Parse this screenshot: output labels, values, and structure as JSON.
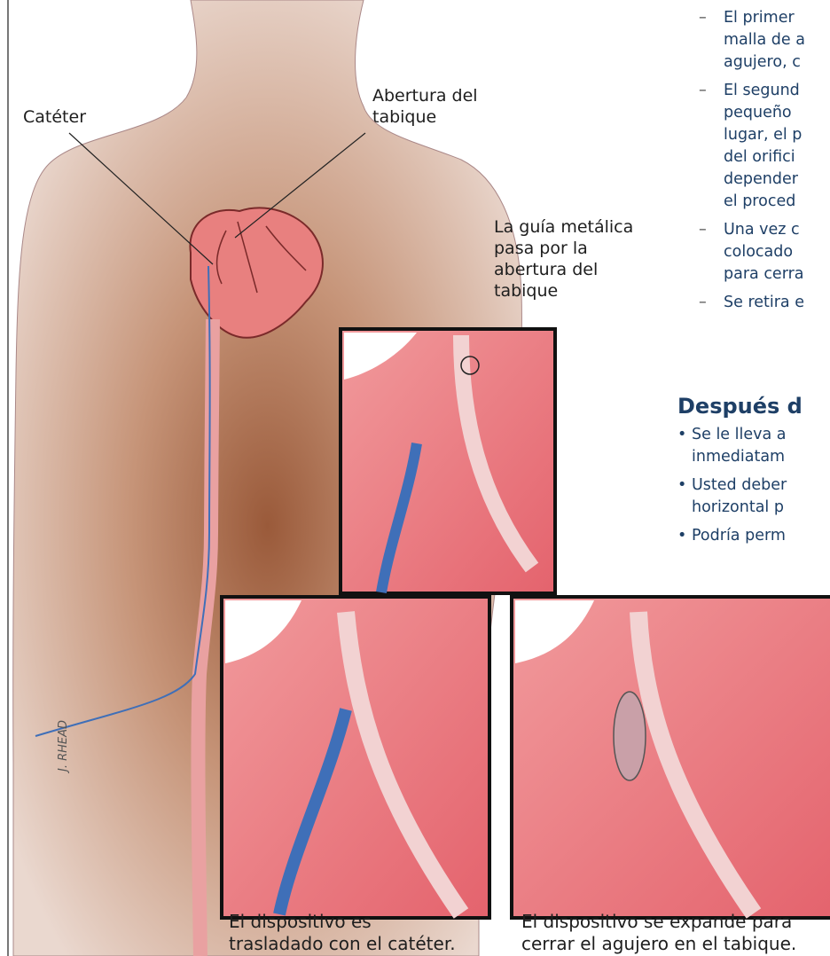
{
  "labels": {
    "catheter": "Catéter",
    "septum_opening": [
      "Abertura del",
      "tabique"
    ],
    "guidewire": [
      "La guía metálica",
      "pasa por la",
      "abertura del",
      "tabique"
    ],
    "signature": "J. RHEAD"
  },
  "captions": {
    "device_moved": [
      "El dispositivo es",
      "trasladado con el catéter."
    ],
    "device_expands": [
      "El dispositivo se expande para",
      "cerrar el agujero en el tabique."
    ]
  },
  "procedure_steps": [
    [
      "El primer",
      "malla de a",
      "agujero, c"
    ],
    [
      "El segund",
      "pequeño",
      "lugar, el p",
      "del orifici",
      "depender",
      "el proced"
    ],
    [
      "Una vez c",
      "colocado",
      "para cerra"
    ],
    [
      "Se retira e"
    ]
  ],
  "after_section": {
    "heading": "Después d",
    "bullets": [
      [
        "Se le lleva a",
        "inmediatam"
      ],
      [
        "Usted deber",
        "horizontal p"
      ],
      [
        "Podría perm"
      ]
    ]
  },
  "colors": {
    "skin": "#c9a896",
    "heart": "#e8807f",
    "catheter": "#3f6fb8",
    "text_blue": "#1e3f66"
  }
}
